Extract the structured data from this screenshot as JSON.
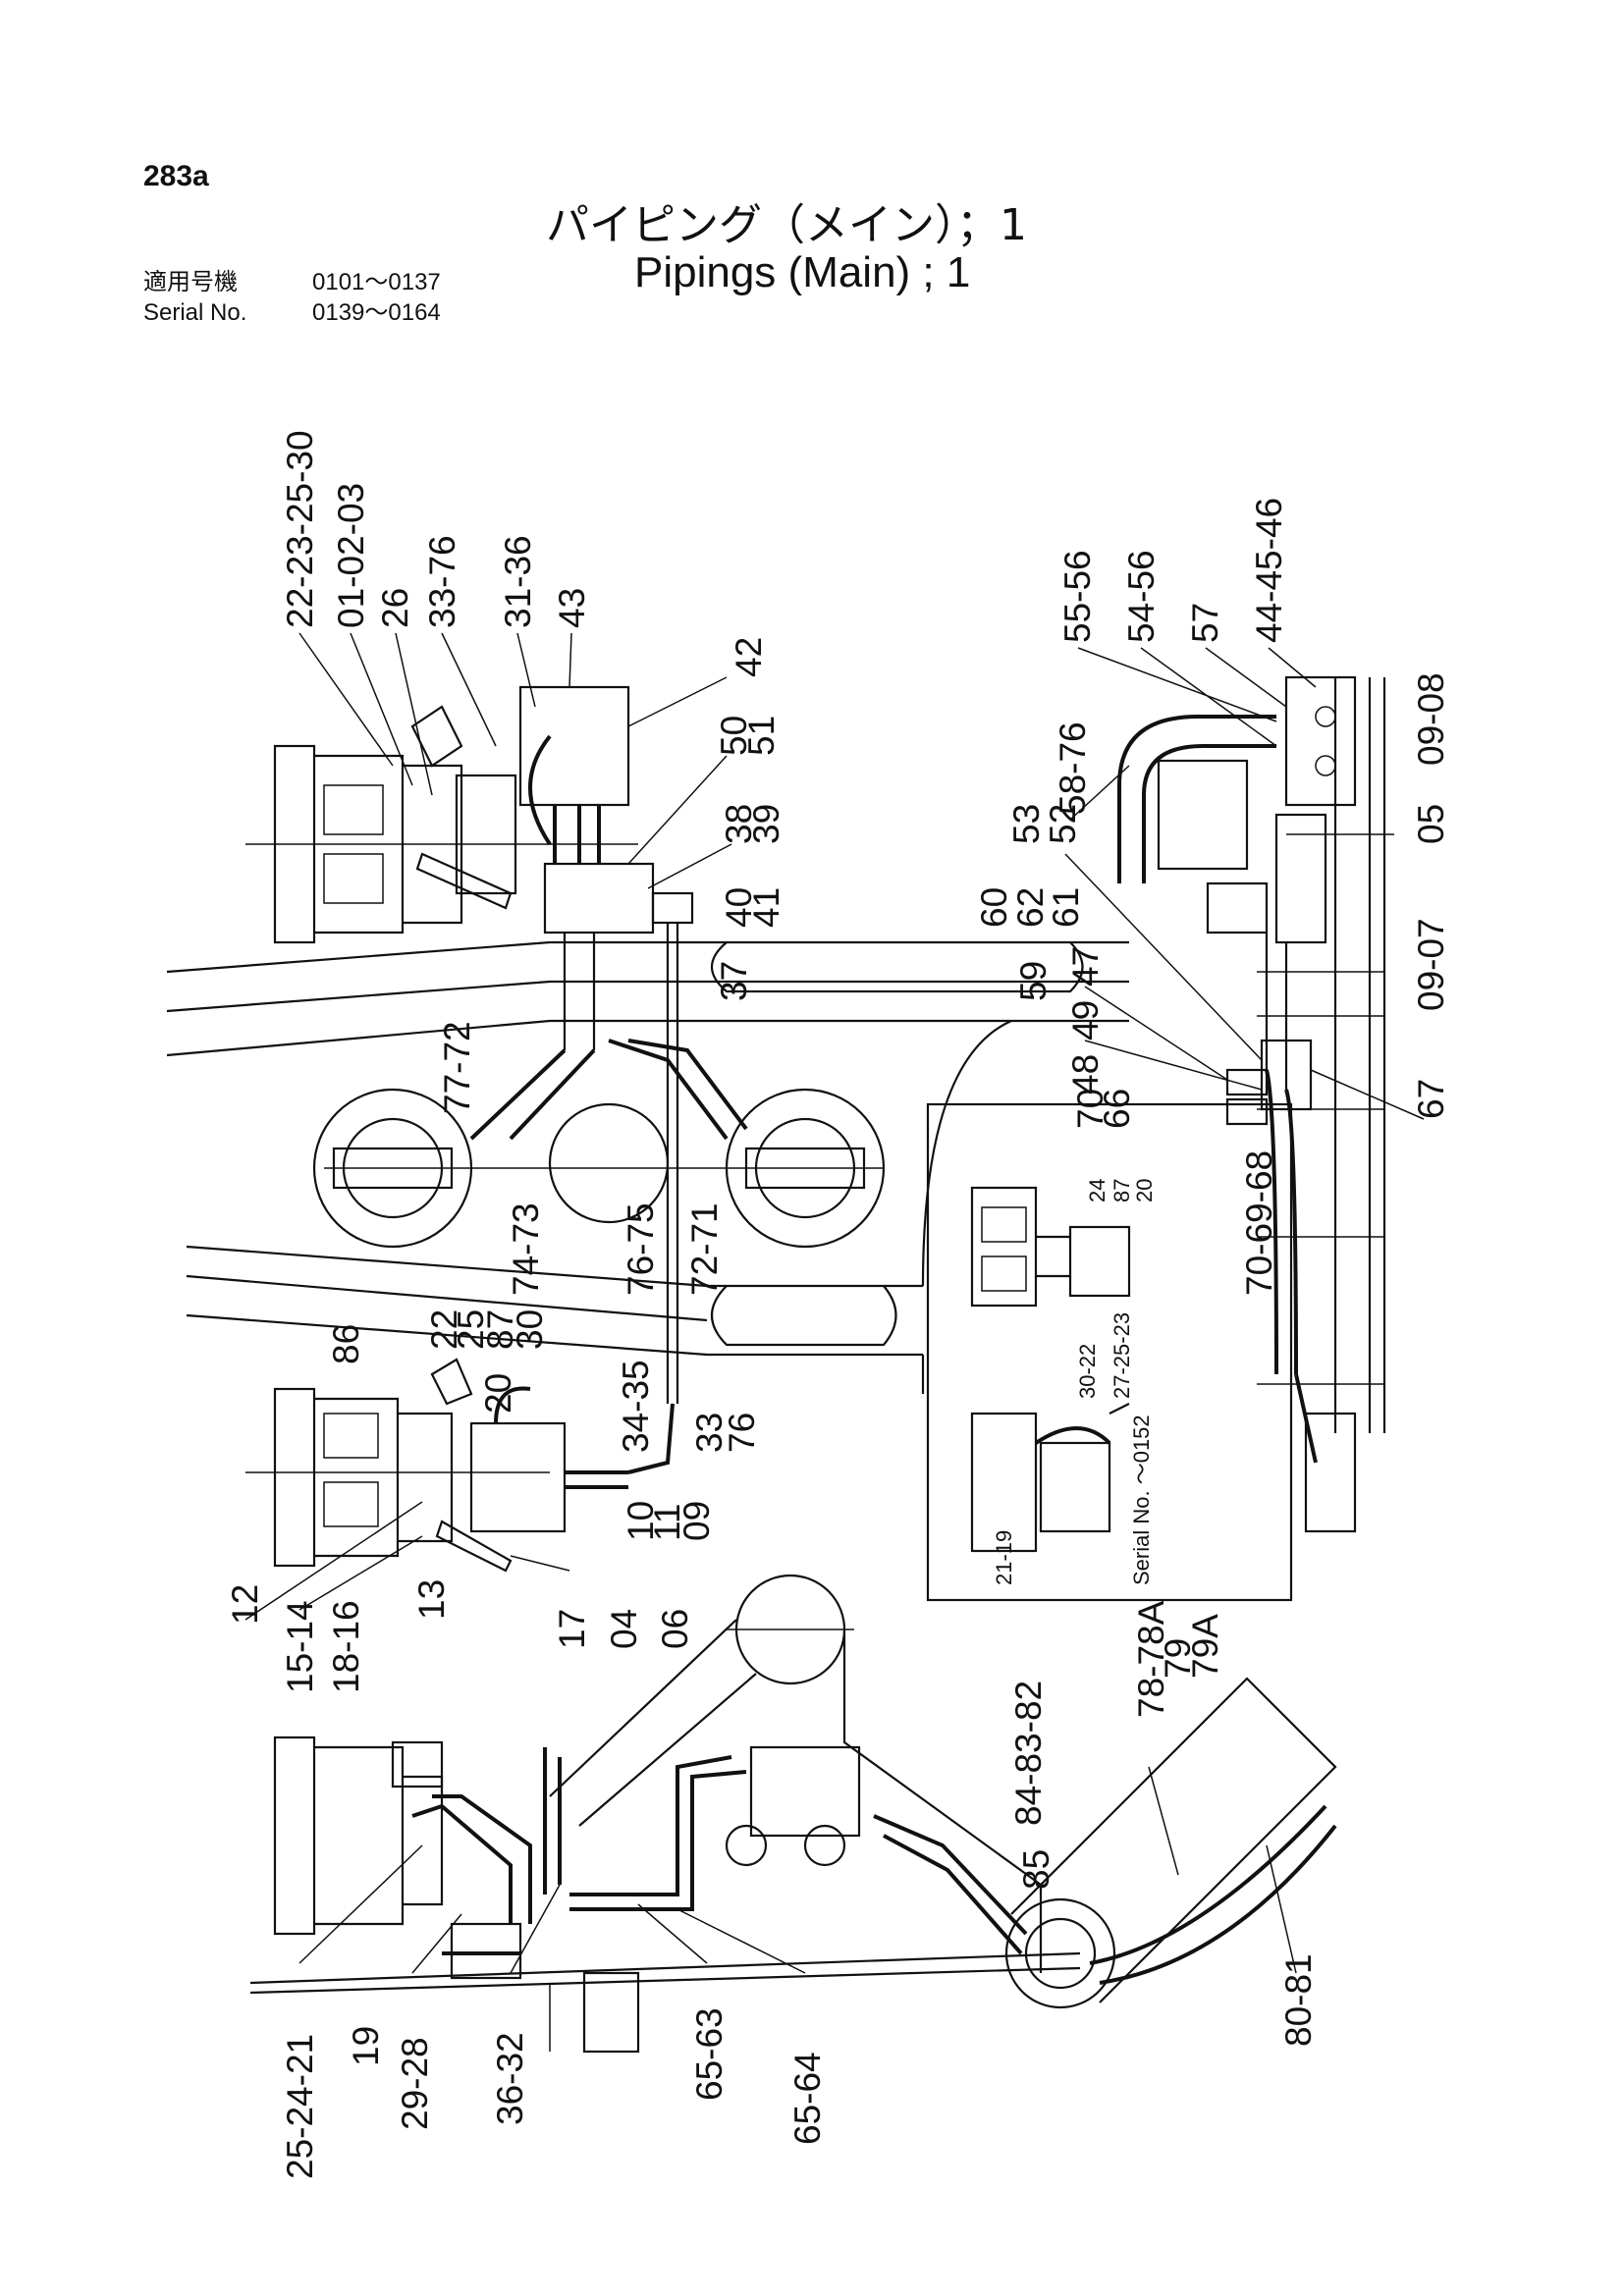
{
  "header": {
    "page_number": "283a",
    "title_jp": "パイピング（メイン）；1",
    "title_en": "Pipings (Main) ; 1",
    "serial_label_jp": "適用号機",
    "serial_label_en": "Serial No.",
    "serial_range_1": "0101～0137",
    "serial_range_2": "0139～0164"
  },
  "callouts_top_left": [
    "22-23-25-30",
    "01-02-03",
    "26",
    "33-76",
    "31-36",
    "43",
    "42",
    "50",
    "51",
    "38",
    "39",
    "40",
    "41",
    "37",
    "77-72",
    "74-73",
    "76-75",
    "72-71"
  ],
  "callouts_top_right": [
    "55-56",
    "54-56",
    "57",
    "44-45-46",
    "58-76",
    "09-08",
    "05",
    "53",
    "52",
    "60",
    "62",
    "61",
    "59",
    "47",
    "09-07",
    "49",
    "48",
    "70",
    "66",
    "67",
    "70-69-68"
  ],
  "callouts_mid_left": [
    "86",
    "22",
    "25",
    "87",
    "30",
    "20",
    "34-35",
    "33",
    "76",
    "10",
    "11",
    "09",
    "12",
    "15-14",
    "18-16",
    "13",
    "17",
    "04",
    "06"
  ],
  "inset": {
    "callouts": [
      "24",
      "87",
      "20",
      "30-22",
      "27-25-23",
      "21-19"
    ],
    "note": "Serial No. ～0152"
  },
  "callouts_bottom": [
    "84-83-82",
    "78-78A",
    "79",
    "79A",
    "85",
    "80-81",
    "25-24-21",
    "19",
    "29-28",
    "36-32",
    "65-63",
    "65-64"
  ]
}
